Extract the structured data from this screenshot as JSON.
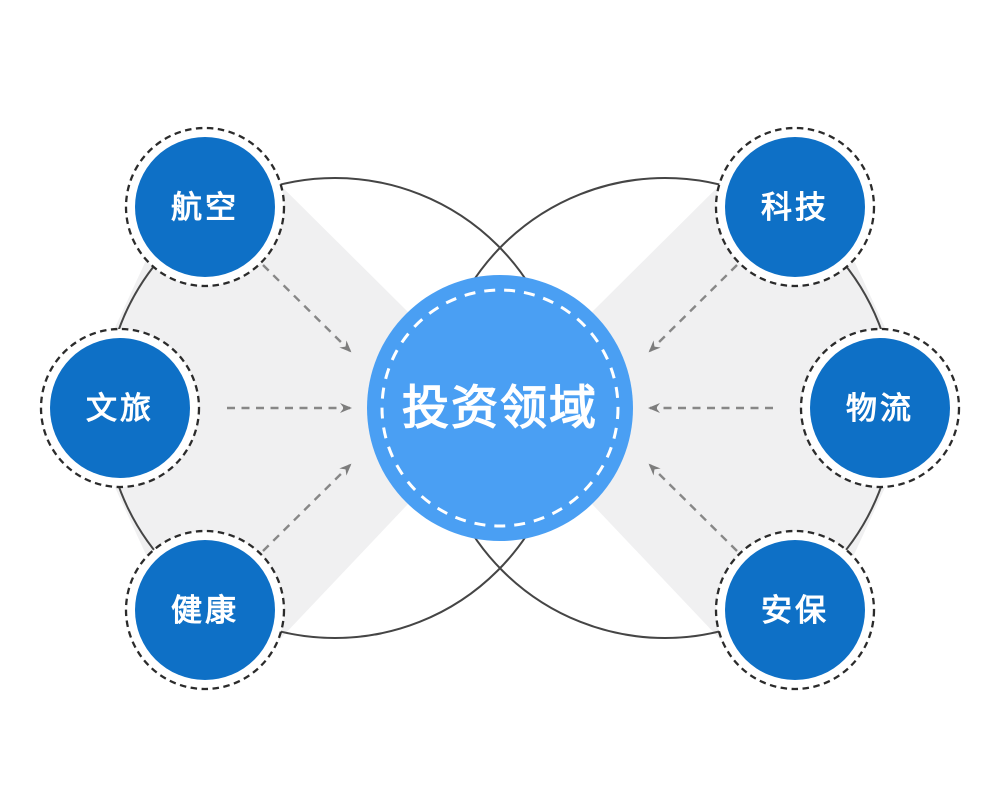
{
  "diagram": {
    "center": {
      "id": "investment-fields",
      "label": "投资领域"
    },
    "nodes": [
      {
        "id": "aviation",
        "label": "航空",
        "side": "left",
        "position": "top"
      },
      {
        "id": "culture-tourism",
        "label": "文旅",
        "side": "left",
        "position": "middle"
      },
      {
        "id": "health",
        "label": "健康",
        "side": "left",
        "position": "bottom"
      },
      {
        "id": "technology",
        "label": "科技",
        "side": "right",
        "position": "top"
      },
      {
        "id": "logistics",
        "label": "物流",
        "side": "right",
        "position": "middle"
      },
      {
        "id": "security",
        "label": "安保",
        "side": "right",
        "position": "bottom"
      }
    ],
    "colors": {
      "center_fill": "#4a9ff3",
      "center_ring": "#ffffff",
      "satellite_fill": "#0e70c6",
      "satellite_ring": "#2b2b2b",
      "orbit_stroke": "#454545",
      "arrow_stroke": "#878787",
      "arrow_head": "#7d7d7d",
      "beam_fill": "#f0f0f1",
      "label_color": "#ffffff",
      "background": "#ffffff"
    }
  }
}
